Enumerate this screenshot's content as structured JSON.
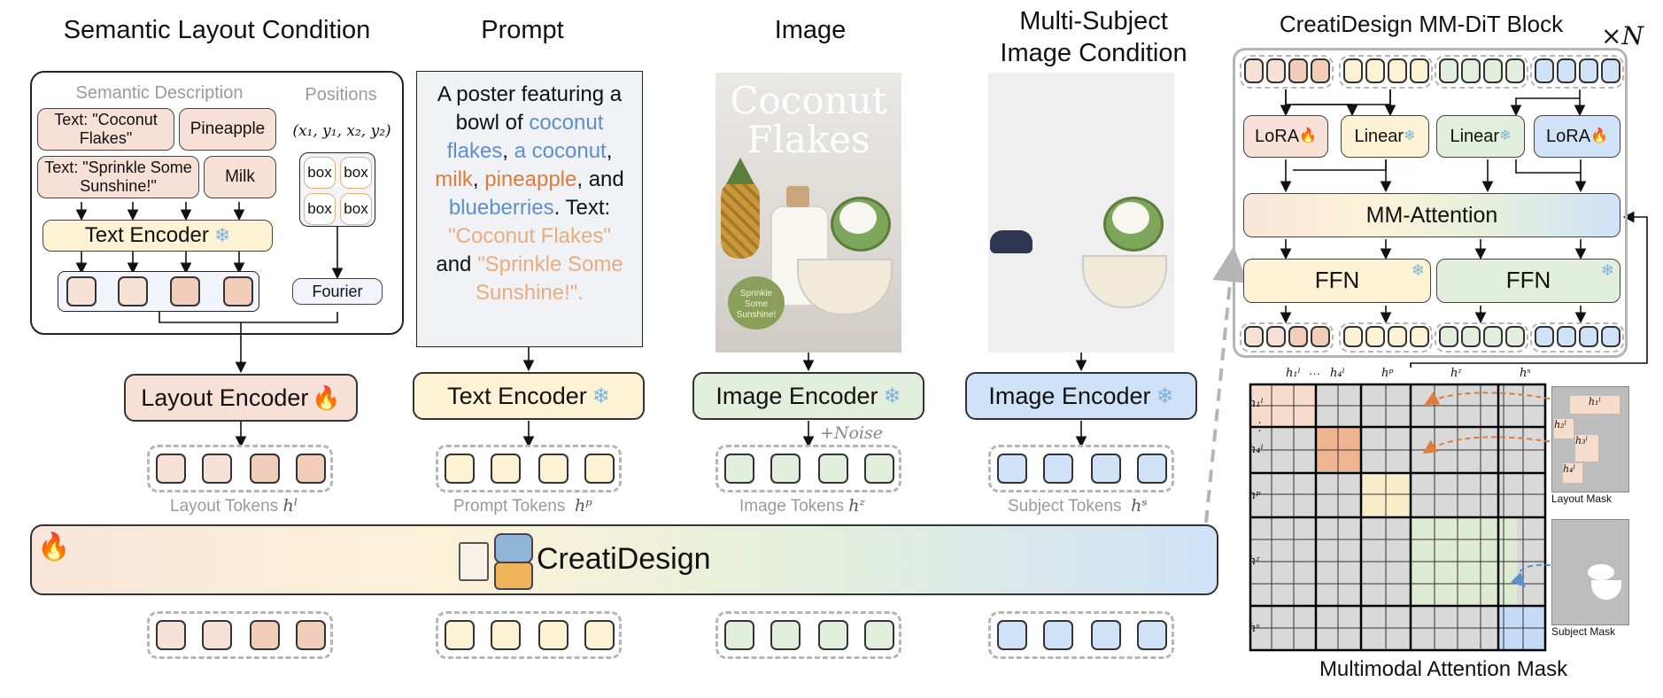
{
  "titles": {
    "layout": "Semantic Layout Condition",
    "prompt": "Prompt",
    "image": "Image",
    "subject_line1": "Multi-Subject",
    "subject_line2": "Image Condition",
    "block": "CreatiDesign MM-DiT Block",
    "repeat": "×N"
  },
  "layout": {
    "semantic_description": "Semantic Description",
    "positions": "Positions",
    "coords": "(x₁, y₁, x₂, y₂)",
    "items": [
      "Text: \"Coconut Flakes\"",
      "Pineapple",
      "Text: \"Sprinkle Some Sunshine!\"",
      "Milk"
    ],
    "box_label": "box",
    "text_encoder": "Text Encoder",
    "fourier": "Fourier"
  },
  "prompt_text": {
    "p1": "A poster featuring a bowl of ",
    "coconut_flakes": "coconut flakes",
    "comma1": ", ",
    "a_coconut": "a coconut",
    "comma2": ", ",
    "milk": "milk",
    "comma3": ", ",
    "pineapple": "pineapple",
    "comma4": ", and ",
    "blueberries": "blueberries",
    "p2": ". Text: ",
    "q1": "\"Coconut Flakes\"",
    "and": " and ",
    "q2": "\"Sprinkle Some Sunshine!\"."
  },
  "poster": {
    "line1": "Coconut",
    "line2": "Flakes",
    "badge1": "Sprinkle",
    "badge2": "Some",
    "badge3": "Sunshine!"
  },
  "encoders": {
    "layout": "Layout Encoder",
    "text": "Text Encoder",
    "image": "Image Encoder",
    "subject": "Image Encoder",
    "noise": "+Noise"
  },
  "tokens": {
    "layout": "Layout Tokens",
    "layout_sym": "hˡ",
    "prompt": "Prompt Tokens",
    "prompt_sym": "hᵖ",
    "image": "Image Tokens",
    "image_sym": "hᶻ",
    "subject": "Subject Tokens",
    "subject_sym": "hˢ"
  },
  "main": {
    "name": "CreatiDesign"
  },
  "block": {
    "lora1": "LoRA",
    "linear1": "Linear",
    "linear2": "Linear",
    "lora2": "LoRA",
    "attention": "MM-Attention",
    "ffn1": "FFN",
    "ffn2": "FFN"
  },
  "mask": {
    "title": "Multimodal Attention Mask",
    "col_h1": "h₁ˡ",
    "col_dots": "···",
    "col_h4": "h₄ˡ",
    "col_hp": "hᵖ",
    "col_hz": "hᶻ",
    "col_hs": "hˢ",
    "row_h1": "h₁ˡ",
    "row_dots": "⋮",
    "row_h4": "h₄ˡ",
    "row_hp": "hᵖ",
    "row_hz": "hᶻ",
    "row_hs": "hˢ",
    "layout_mask": "Layout Mask",
    "subject_mask": "Subject Mask",
    "lm_h1": "h₁ˡ",
    "lm_h2": "h₂ˡ",
    "lm_h3": "h₃ˡ",
    "lm_h4": "h₄ˡ"
  },
  "icons": {
    "fire": "fire-icon",
    "snow": "snowflake-icon",
    "robot": "robot-artist-icon"
  }
}
